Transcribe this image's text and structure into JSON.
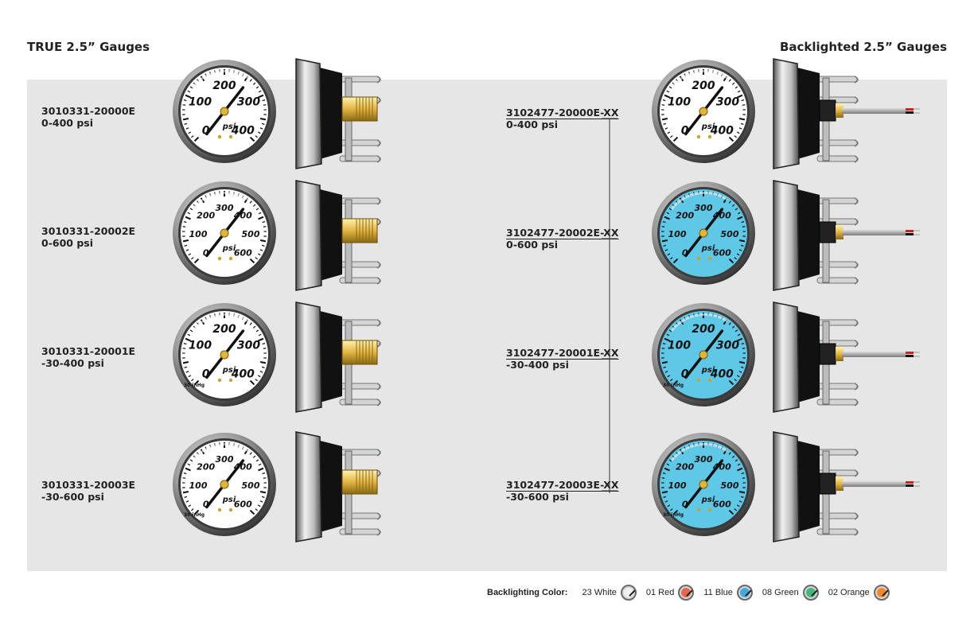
{
  "headings": {
    "left": "TRUE 2.5” Gauges",
    "right": "Backlighted 2.5” Gauges"
  },
  "true_gauges": [
    {
      "part": "3010331-20000E",
      "range": "0-400 psi",
      "scale": [
        "0",
        "100",
        "200",
        "300",
        "400"
      ],
      "unit": "psi",
      "vacuum_label": "",
      "face_color": "#ffffff"
    },
    {
      "part": "3010331-20002E",
      "range": "0-600 psi",
      "scale": [
        "0",
        "100",
        "200",
        "300",
        "400",
        "500",
        "600"
      ],
      "unit": "psi",
      "vacuum_label": "",
      "face_color": "#ffffff"
    },
    {
      "part": "3010331-20001E",
      "range": "-30-400 psi",
      "scale": [
        "0",
        "100",
        "200",
        "300",
        "400"
      ],
      "unit": "psi",
      "vacuum_label": "30 inHg",
      "face_color": "#ffffff"
    },
    {
      "part": "3010331-20003E",
      "range": "-30-600 psi",
      "scale": [
        "0",
        "100",
        "200",
        "300",
        "400",
        "500",
        "600"
      ],
      "unit": "psi",
      "vacuum_label": "30 inHg",
      "face_color": "#ffffff"
    }
  ],
  "backlit_gauges": [
    {
      "part": "3102477-20000E-XX",
      "range": "0-400 psi",
      "scale": [
        "0",
        "100",
        "200",
        "300",
        "400"
      ],
      "unit": "psi",
      "vacuum_label": "",
      "face_color": "#ffffff"
    },
    {
      "part": "3102477-20002E-XX",
      "range": "0-600 psi",
      "scale": [
        "0",
        "100",
        "200",
        "300",
        "400",
        "500",
        "600"
      ],
      "unit": "psi",
      "vacuum_label": "",
      "face_color": "#5ec8e6"
    },
    {
      "part": "3102477-20001E-XX",
      "range": "-30-400 psi",
      "scale": [
        "0",
        "100",
        "200",
        "300",
        "400"
      ],
      "unit": "psi",
      "vacuum_label": "30 inHg",
      "face_color": "#5ec8e6"
    },
    {
      "part": "3102477-20003E-XX",
      "range": "-30-600 psi",
      "scale": [
        "0",
        "100",
        "200",
        "300",
        "400",
        "500",
        "600"
      ],
      "unit": "psi",
      "vacuum_label": "30 inHg",
      "face_color": "#5ec8e6"
    }
  ],
  "legend": {
    "title": "Backlighting Color:",
    "items": [
      {
        "label": "23 White",
        "color": "#f2f2f2"
      },
      {
        "label": "01 Red",
        "color": "#e8664f"
      },
      {
        "label": "11 Blue",
        "color": "#43a9dd"
      },
      {
        "label": "08 Green",
        "color": "#44b77a"
      },
      {
        "label": "02 Orange",
        "color": "#f08a2a"
      }
    ]
  }
}
